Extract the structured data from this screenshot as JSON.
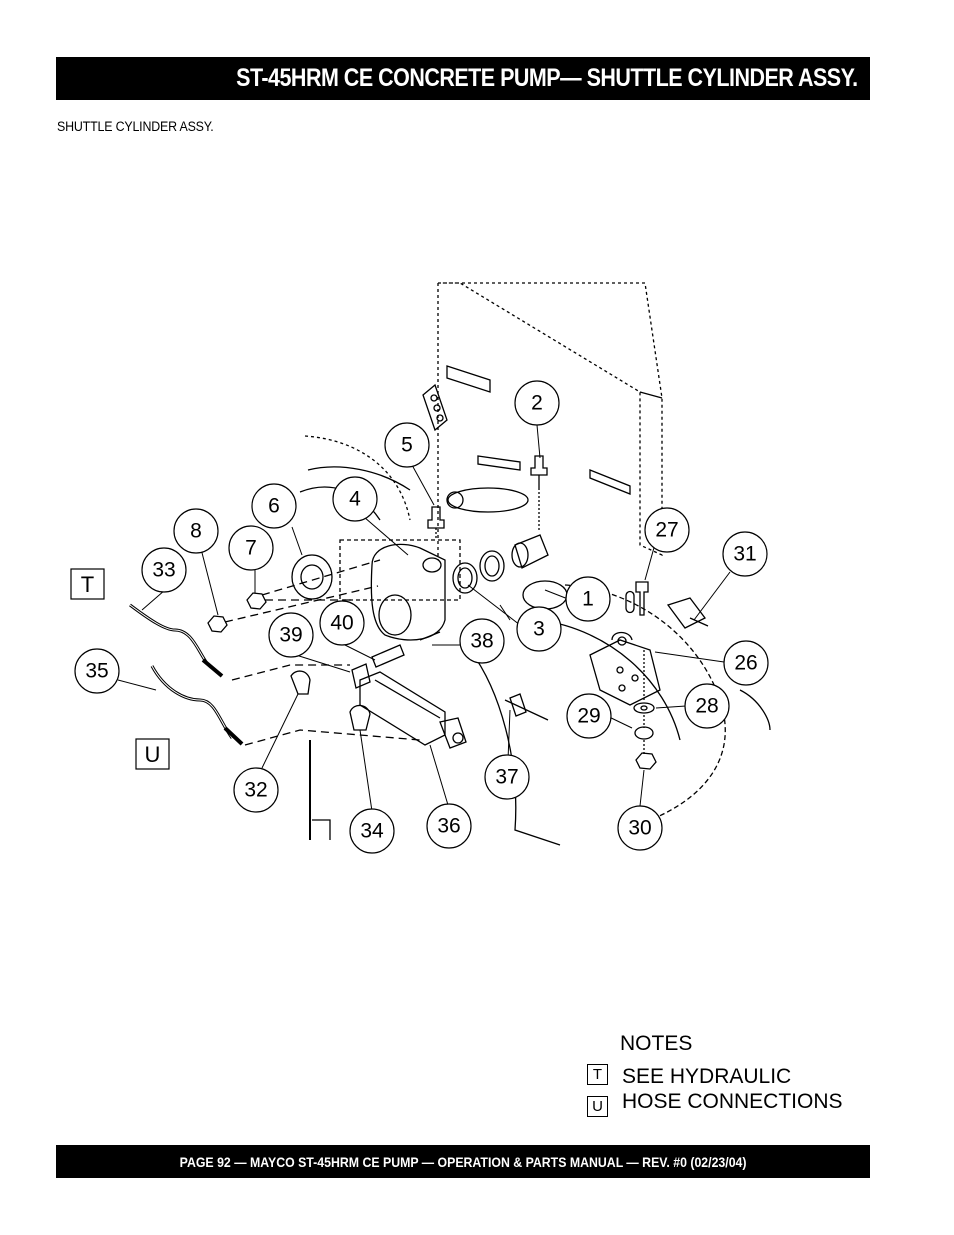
{
  "header": {
    "title": "ST-45HRM CE CONCRETE PUMP— SHUTTLE CYLINDER ASSY."
  },
  "subtitle": "SHUTTLE CYLINDER ASSY.",
  "callouts": {
    "c1": "1",
    "c2": "2",
    "c3": "3",
    "c4": "4",
    "c5": "5",
    "c6": "6",
    "c7": "7",
    "c8": "8",
    "c26": "26",
    "c27": "27",
    "c28": "28",
    "c29": "29",
    "c30": "30",
    "c31": "31",
    "c32": "32",
    "c33": "33",
    "c34": "34",
    "c35": "35",
    "c36": "36",
    "c37": "37",
    "c38": "38",
    "c39": "39",
    "c40": "40"
  },
  "hose_labels": {
    "t": "T",
    "u": "U"
  },
  "notes": {
    "title": "NOTES",
    "t_box": "T",
    "u_box": "U",
    "line1": "SEE HYDRAULIC",
    "line2": "HOSE CONNECTIONS"
  },
  "footer": {
    "text": "PAGE 92 — MAYCO ST-45HRM CE PUMP — OPERATION & PARTS MANUAL — REV. #0 (02/23/04)"
  }
}
